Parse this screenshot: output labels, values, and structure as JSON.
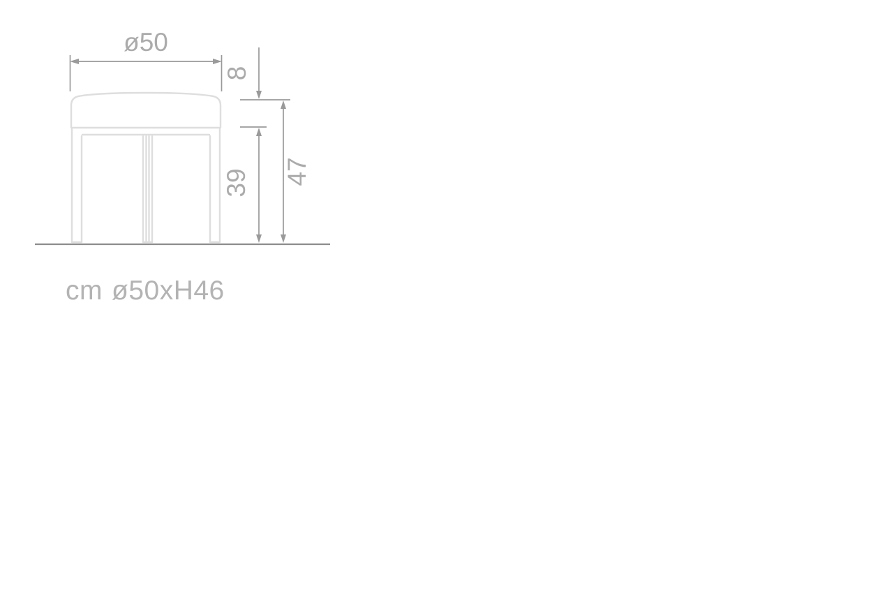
{
  "drawing": {
    "diameter": {
      "label": "ø50"
    },
    "seat_thickness": {
      "label": "8"
    },
    "seat_to_floor": {
      "label": "39"
    },
    "total_height": {
      "label": "47"
    },
    "caption": {
      "unit": "cm",
      "dimensions": "ø50xH46"
    }
  },
  "colors": {
    "background": "#ffffff",
    "dimension_lines": "#9a9a9a",
    "dimension_text": "#ababab",
    "outline": "#dedede",
    "ground_line": "#8d8d8d",
    "caption_text": "#b3b3b3"
  }
}
